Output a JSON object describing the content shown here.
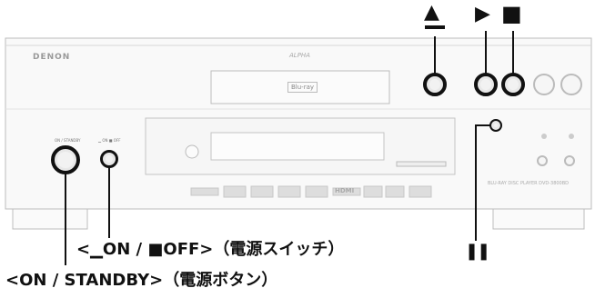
{
  "callouts": {
    "eject_symbol": "▲",
    "play_symbol": "▶",
    "stop_symbol": "■",
    "pause_symbol": "❚❚",
    "power_switch_label": "<▁ON / ■OFF>（電源スイッチ）",
    "power_button_label": "<ON / STANDBY>（電源ボタン）"
  },
  "device": {
    "brand": "DENON",
    "disc_logo": "Blu-ray",
    "model_label": "BLU-RAY DISC PLAYER DVD-3800BD",
    "on_standby_label": "ON / STANDBY",
    "on_off_label": "▁ ON  ■ OFF",
    "hdmi_logo": "HDMI",
    "center_logo": "ALPHA"
  }
}
